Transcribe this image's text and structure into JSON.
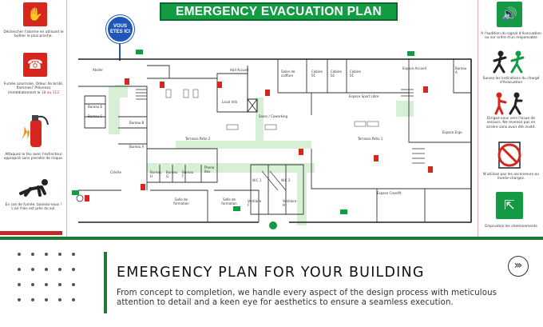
{
  "poster": {
    "title": "EMERGENCY EVACUATION PLAN",
    "you_are_here": "VOUS ETES ICI",
    "left_instructions": [
      "Déclencher l'alarme en utilisant le boîtier le plus proche.",
      "Fumée anormale, Odeur de brûlé, flammes? Prévenez immédiatement le",
      "Attaquez le feu avec l'extincteur approprié sans prendre de risque.",
      "En cas de fumée, baissez-vous ! L'air frais est près du sol."
    ],
    "emergency_numbers": "18 ou 112",
    "right_instructions": [
      "A l'audition du signal d'évacuation ou sur ordre d'un responsable",
      "Suivez les indications du chargé d'évacuation",
      "Dirigez-vous vers l'issue de secours. Ne revenez pas en arrière sans avoir été invité.",
      "N'utilisez pas les ascenseurs ou monte-charges.",
      "Empruntez les cheminements"
    ],
    "rooms": {
      "atelier": "Atelier",
      "hall": "Hall Accueil",
      "salon_coiffure": "Salon de coiffure",
      "cabine1": "Cabine 01",
      "cabine2": "Cabine 02",
      "cabine3": "Cabine 01",
      "espace_accueil": "Espace Accueil",
      "bureau_a": "Bureau A",
      "bureau_e": "Bureau E",
      "bureau_b": "Bureau B",
      "bureau_c": "Bureau C",
      "bureau_a2": "Bureau A",
      "local_info": "Local Info",
      "espace_sport": "Espace Sport Libre",
      "espace_ergo": "Espace Ergo",
      "terrasse2": "Terrasse Patio 2",
      "salon_cowork": "Salon / Coworking",
      "terrasse1": "Terrasse Patio 1",
      "creche": "Crèche",
      "bureau_h": "Bureau H",
      "bureau_g": "Bureau G",
      "bureau_f": "Bureau F",
      "phone_box": "Phone Box",
      "wc1": "W.C 1",
      "wc2": "W.C 2",
      "salle_form1": "Salle de formation",
      "salle_form2": "Salle de formation",
      "vestiaire_f": "Vestiaire F",
      "vestiaire_h": "Vestiaire H",
      "espace_crossfit": "Espace Crossfit"
    }
  },
  "banner": {
    "heading": "EMERGENCY PLAN FOR YOUR BUILDING",
    "description": "From concept to completion, we handle every aspect of the design process with meticulous attention to detail and a keen eye for aesthetics to ensure a seamless execution."
  },
  "colors": {
    "accent_green": "#1e7a35",
    "sign_green": "#139a43",
    "sign_red": "#d7261e",
    "marker_blue": "#1f56b8"
  },
  "icons": [
    "alarm-icon",
    "phone-fire-icon",
    "extinguisher-icon",
    "crawl-icon",
    "speaker-icon",
    "runner-icon",
    "follow-icon",
    "no-elevator-icon",
    "assembly-icon",
    "next-chevron-icon"
  ]
}
